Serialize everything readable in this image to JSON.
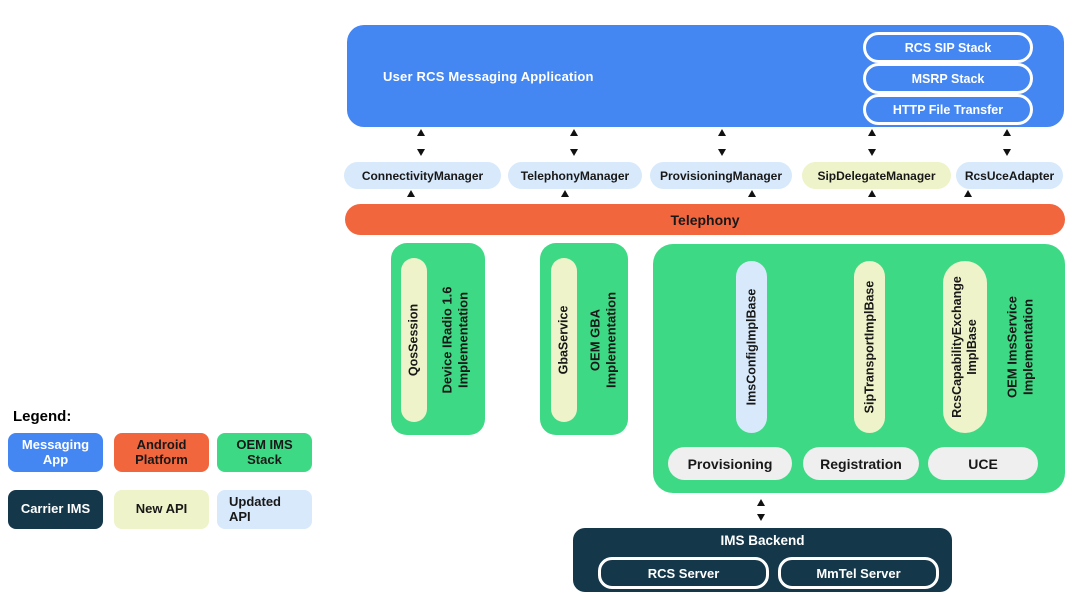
{
  "colors": {
    "messaging_app_blue": "#4486f2",
    "android_platform_orange": "#f2663e",
    "oem_ims_stack_green": "#3ed985",
    "carrier_ims_dark": "#15374a",
    "new_api_pale": "#eff3c9",
    "updated_api_light_blue": "#d7e9fb",
    "function_pill_gray": "#efefef"
  },
  "app_box": {
    "title": "User RCS Messaging Application",
    "stack_pills": [
      "RCS SIP Stack",
      "MSRP Stack",
      "HTTP File Transfer"
    ]
  },
  "manager_pills": [
    {
      "label": "ConnectivityManager",
      "api_type": "updated"
    },
    {
      "label": "TelephonyManager",
      "api_type": "updated"
    },
    {
      "label": "ProvisioningManager",
      "api_type": "updated"
    },
    {
      "label": "SipDelegateManager",
      "api_type": "new"
    },
    {
      "label": "RcsUceAdapter",
      "api_type": "updated"
    }
  ],
  "telephony_bar": {
    "label": "Telephony"
  },
  "oem_impl_boxes": [
    {
      "api_pill": "QosSession",
      "api_type": "new",
      "impl_label": "Device IRadio 1.6\nImplementation"
    },
    {
      "api_pill": "GbaService",
      "api_type": "new",
      "impl_label": "OEM GBA\nImplementation"
    }
  ],
  "ims_service_box": {
    "api_pills": [
      {
        "label": "ImsConfigImplBase",
        "api_type": "updated"
      },
      {
        "label": "SipTransportImplBase",
        "api_type": "new"
      },
      {
        "label": "RcsCapabilityExchange\nImplBase",
        "api_type": "new"
      }
    ],
    "impl_label": "OEM ImsService\nImplementation",
    "function_pills": [
      "Provisioning",
      "Registration",
      "UCE"
    ]
  },
  "ims_backend_box": {
    "title": "IMS Backend",
    "server_pills": [
      "RCS Server",
      "MmTel Server"
    ]
  },
  "legend": {
    "title": "Legend:",
    "items": [
      {
        "label": "Messaging\nApp",
        "key": "messaging-app"
      },
      {
        "label": "Android\nPlatform",
        "key": "android-platform"
      },
      {
        "label": "OEM IMS\nStack",
        "key": "oem-ims-stack"
      },
      {
        "label": "Carrier IMS",
        "key": "carrier-ims"
      },
      {
        "label": "New API",
        "key": "new-api"
      },
      {
        "label": "Updated\nAPI",
        "key": "updated-api"
      }
    ]
  }
}
